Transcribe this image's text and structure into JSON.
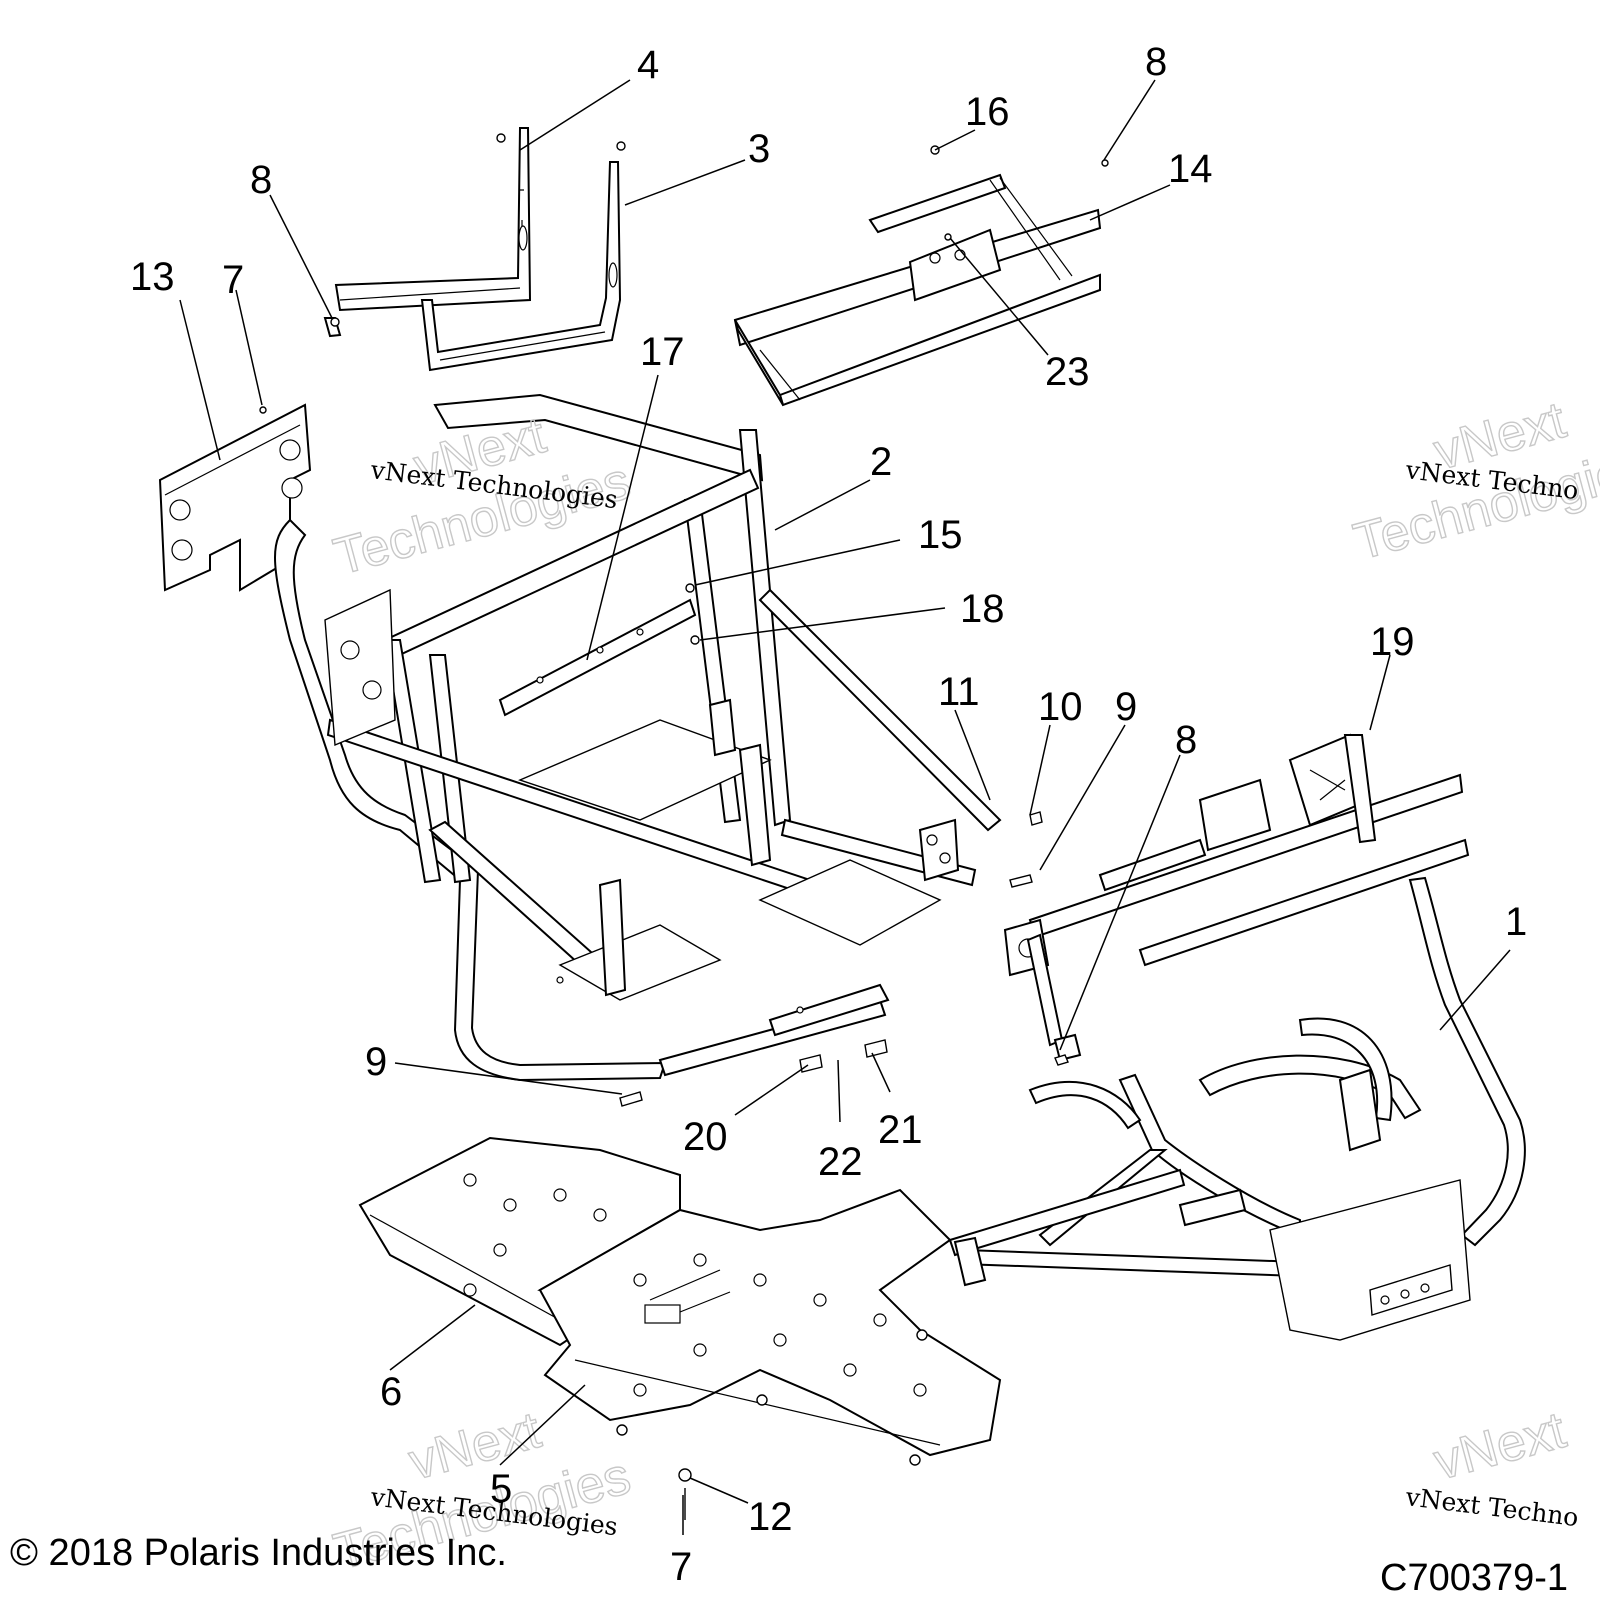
{
  "callouts": [
    {
      "label": "1"
    },
    {
      "label": "2"
    },
    {
      "label": "3"
    },
    {
      "label": "4"
    },
    {
      "label": "5"
    },
    {
      "label": "6"
    },
    {
      "label": "7"
    },
    {
      "label": "7"
    },
    {
      "label": "8"
    },
    {
      "label": "8"
    },
    {
      "label": "8"
    },
    {
      "label": "9"
    },
    {
      "label": "9"
    },
    {
      "label": "10"
    },
    {
      "label": "11"
    },
    {
      "label": "12"
    },
    {
      "label": "13"
    },
    {
      "label": "14"
    },
    {
      "label": "15"
    },
    {
      "label": "16"
    },
    {
      "label": "17"
    },
    {
      "label": "18"
    },
    {
      "label": "19"
    },
    {
      "label": "20"
    },
    {
      "label": "21"
    },
    {
      "label": "22"
    },
    {
      "label": "23"
    }
  ],
  "watermark": {
    "line1": "vNext",
    "line2": "Technologies",
    "serif": "vNext Technologies",
    "serif_cut": "vNext Techno"
  },
  "footer": {
    "copyright": "© 2018 Polaris Industries Inc.",
    "code": "C700379-1"
  }
}
